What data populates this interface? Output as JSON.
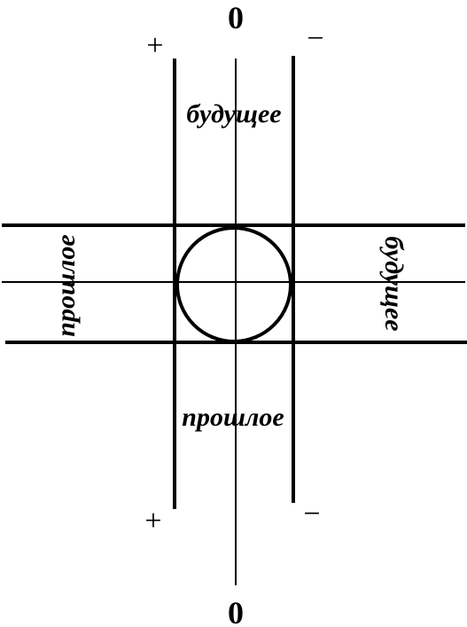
{
  "labels": {
    "zero_top": "0",
    "zero_bottom": "0",
    "plus_top": "+",
    "minus_top": "−",
    "plus_bottom": "+",
    "minus_bottom": "−",
    "future_top": "будущее",
    "past_bottom": "прошлое",
    "past_left": "прошлое",
    "future_right": "будущее"
  },
  "colors": {
    "stroke": "#000000",
    "background": "#ffffff"
  }
}
